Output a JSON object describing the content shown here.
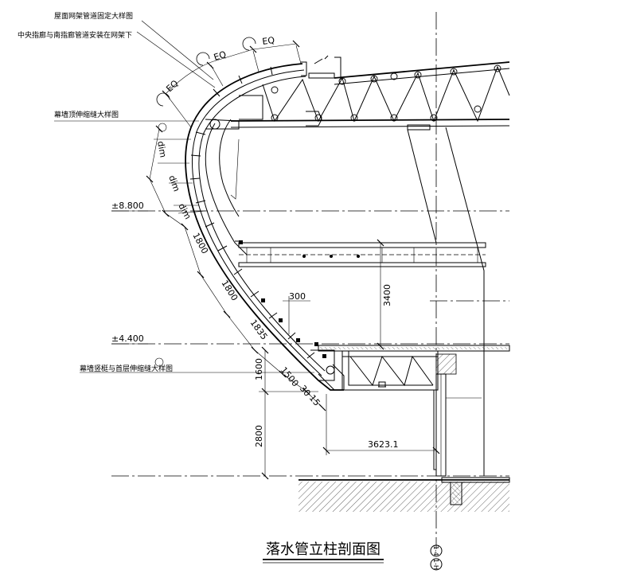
{
  "title": "落水管立柱剖面图",
  "annotations": {
    "roof_detail": "屋面网架管道固定大样图",
    "corridor_pipe": "中央指廊与南指廊管道安装在网架下",
    "curtain_top": "幕墙顶伸缩缝大样图",
    "curtain_bottom": "幕墙竖梃与首层伸缩缝大样图"
  },
  "levels": {
    "upper": "±8.800",
    "lower": "±4.400"
  },
  "dimensions": {
    "eq": "EQ",
    "dim": "dim",
    "d1800": "1800",
    "d1835": "1835",
    "d1600": "1600",
    "d1500": "1500",
    "d30": "30",
    "d15": "15",
    "d300": "300",
    "d3400": "3400",
    "d2800": "2800",
    "d3623": "3623.1"
  },
  "grid_marks": {
    "a": "1-4",
    "b": "1-H"
  }
}
